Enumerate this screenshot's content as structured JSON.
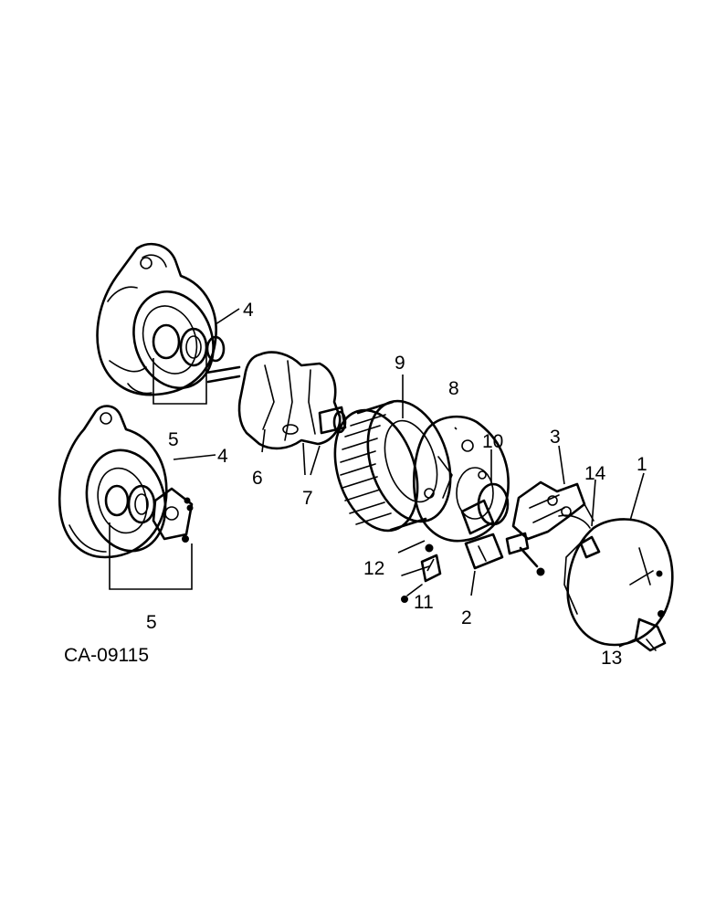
{
  "figure_code": "CA-09115",
  "callouts": [
    "1",
    "2",
    "3",
    "4",
    "4",
    "5",
    "5",
    "6",
    "7",
    "8",
    "9",
    "10",
    "11",
    "12",
    "13",
    "14"
  ],
  "ink_color": "#000000",
  "background": "#ffffff",
  "parts": [
    "drive-end-housing-upper",
    "drive-end-housing-lower",
    "rotor",
    "stator",
    "slip-ring-end-frame",
    "rectifier-bridge",
    "brush-holder",
    "regulator",
    "rear-cover"
  ]
}
